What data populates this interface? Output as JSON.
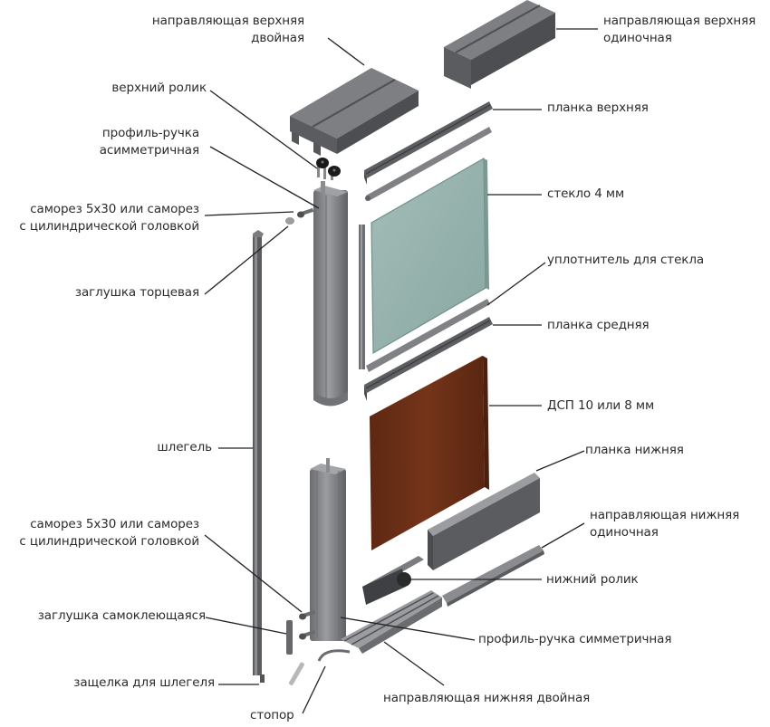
{
  "title": "Схема двери-купе в разобранном виде",
  "colors": {
    "background": "#ffffff",
    "text": "#2b2b2b",
    "aluminium_dark": "#5e6063",
    "aluminium_mid": "#8a8c8f",
    "aluminium_light": "#b6b8ba",
    "glass": "#93b0ab",
    "glass_edge": "#6f8f89",
    "chipboard": "#6b2f17",
    "chipboard_edge": "#a85a2c",
    "roller_black": "#1a1a1a"
  },
  "labels": {
    "top_track_double": [
      "направляющая верхняя",
      "двойная"
    ],
    "top_track_single": [
      "направляющая верхняя",
      "одиночная"
    ],
    "top_roller": "верхний ролик",
    "handle_asym": [
      "профиль-ручка",
      "асимметричная"
    ],
    "top_bar": "планка верхняя",
    "screw_top": [
      "саморез 5х30 или саморез",
      "с цилиндрической головкой"
    ],
    "glass": "стекло 4 мм",
    "end_cap": "заглушка торцевая",
    "glass_seal": "уплотнитель для стекла",
    "middle_bar": "планка средняя",
    "chipboard": "ДСП 10 или 8 мм",
    "schlegel": "шлегель",
    "bottom_bar": "планка нижняя",
    "bottom_track_single": [
      "направляющая нижняя",
      "одиночная"
    ],
    "screw_bottom": [
      "саморез 5х30 или саморез",
      "с цилиндрической головкой"
    ],
    "bottom_roller": "нижний ролик",
    "self_adhesive_cap": "заглушка самоклеющаяся",
    "handle_sym": "профиль-ручка симметричная",
    "schlegel_latch": "защелка для шлегеля",
    "bottom_track_double": "направляющая нижняя двойная",
    "stopper": "стопор"
  }
}
